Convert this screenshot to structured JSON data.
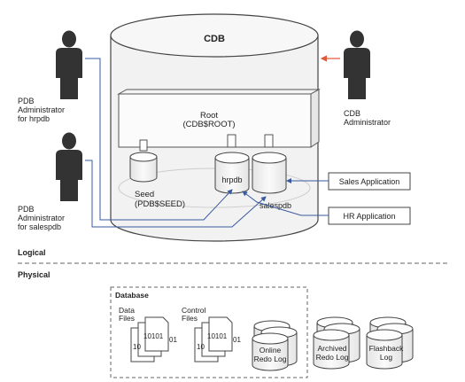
{
  "cdb": {
    "title": "CDB",
    "root_label": "Root",
    "root_sub": "(CDB$ROOT)",
    "seed_label": "Seed",
    "seed_sub": "(PDB$SEED)",
    "pdb1": "hrpdb",
    "pdb2": "salespdb"
  },
  "actors": {
    "hr_admin": [
      "PDB",
      "Administrator",
      "for hrpdb"
    ],
    "sales_admin": [
      "PDB",
      "Administrator",
      "for salespdb"
    ],
    "cdb_admin": [
      "CDB",
      "Administrator"
    ]
  },
  "apps": {
    "sales": "Sales Application",
    "hr": "HR Application"
  },
  "sections": {
    "logical": "Logical",
    "physical": "Physical"
  },
  "database": {
    "title": "Database",
    "data_files": [
      "Data",
      "Files"
    ],
    "control_files": [
      "Control",
      "Files"
    ],
    "binary_a": "10101",
    "binary_b": "01",
    "binary_c": "10",
    "online_redo": [
      "Online",
      "Redo Log"
    ],
    "archived_redo": [
      "Archived",
      "Redo Log"
    ],
    "flashback": [
      "Flashback",
      "Log"
    ]
  },
  "colors": {
    "arrow_red": "#e05a3a",
    "line_blue": "#3a5aa0",
    "person": "#333333"
  }
}
